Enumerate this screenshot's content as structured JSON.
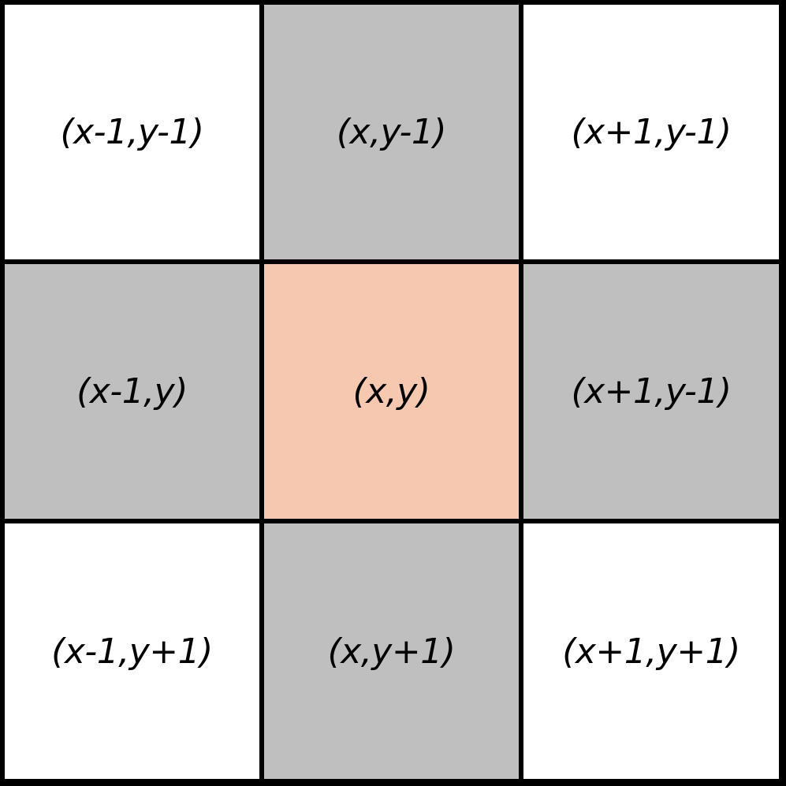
{
  "colors": {
    "grid_line": "#000000",
    "neighbor_fill": "#bfbfbf",
    "diagonal_fill": "#ffffff",
    "center_fill": "#f6c8b0"
  },
  "cells": [
    {
      "label": "(x-1,y-1)",
      "kind": "diagonal"
    },
    {
      "label": "(x,y-1)",
      "kind": "neighbor"
    },
    {
      "label": "(x+1,y-1)",
      "kind": "diagonal"
    },
    {
      "label": "(x-1,y)",
      "kind": "neighbor"
    },
    {
      "label": "(x,y)",
      "kind": "center"
    },
    {
      "label": "(x+1,y-1)",
      "kind": "neighbor"
    },
    {
      "label": "(x-1,y+1)",
      "kind": "diagonal"
    },
    {
      "label": "(x,y+1)",
      "kind": "neighbor"
    },
    {
      "label": "(x+1,y+1)",
      "kind": "diagonal"
    }
  ]
}
